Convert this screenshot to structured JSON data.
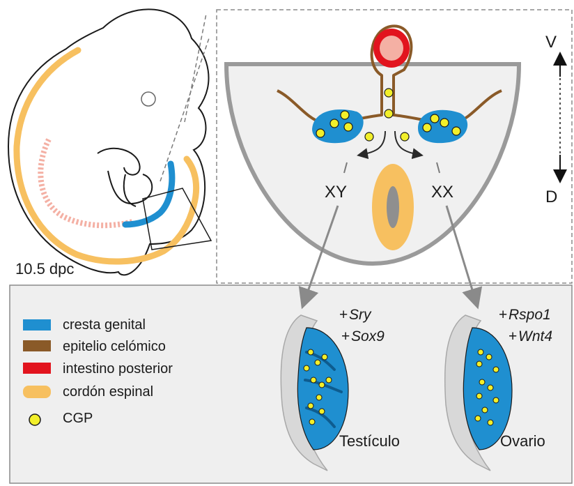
{
  "colors": {
    "genital_ridge": "#1f8fd0",
    "coelomic_epithelium": "#8a5a28",
    "hindgut": "#e2141e",
    "spinal_cord": "#f7c060",
    "pgc": "#f2ef2a",
    "embryo_pink": "#f4b0a4",
    "panel_bg": "#efefef"
  },
  "embryo": {
    "stage_label": "10.5 dpc"
  },
  "cross_section": {
    "axis_top": "V",
    "axis_bottom": "D",
    "left_label": "XY",
    "right_label": "XX"
  },
  "testis": {
    "gene_prefix_1": "+",
    "gene_1": "Sry",
    "gene_prefix_2": "+",
    "gene_2": "Sox9",
    "organ_label": "Testículo"
  },
  "ovary": {
    "gene_prefix_1": "+",
    "gene_1": "Rspo1",
    "gene_prefix_2": "+",
    "gene_2": "Wnt4",
    "organ_label": "Ovario"
  },
  "legend": {
    "items": [
      {
        "label": "cresta genital",
        "icon": "blue-rect-swatch"
      },
      {
        "label": "epitelio celómico",
        "icon": "brown-rect-swatch"
      },
      {
        "label": "intestino posterior",
        "icon": "red-rect-swatch"
      },
      {
        "label": "cordón espinal",
        "icon": "orange-rounded-swatch"
      },
      {
        "label": "CGP",
        "icon": "yellow-circle-swatch"
      }
    ]
  }
}
